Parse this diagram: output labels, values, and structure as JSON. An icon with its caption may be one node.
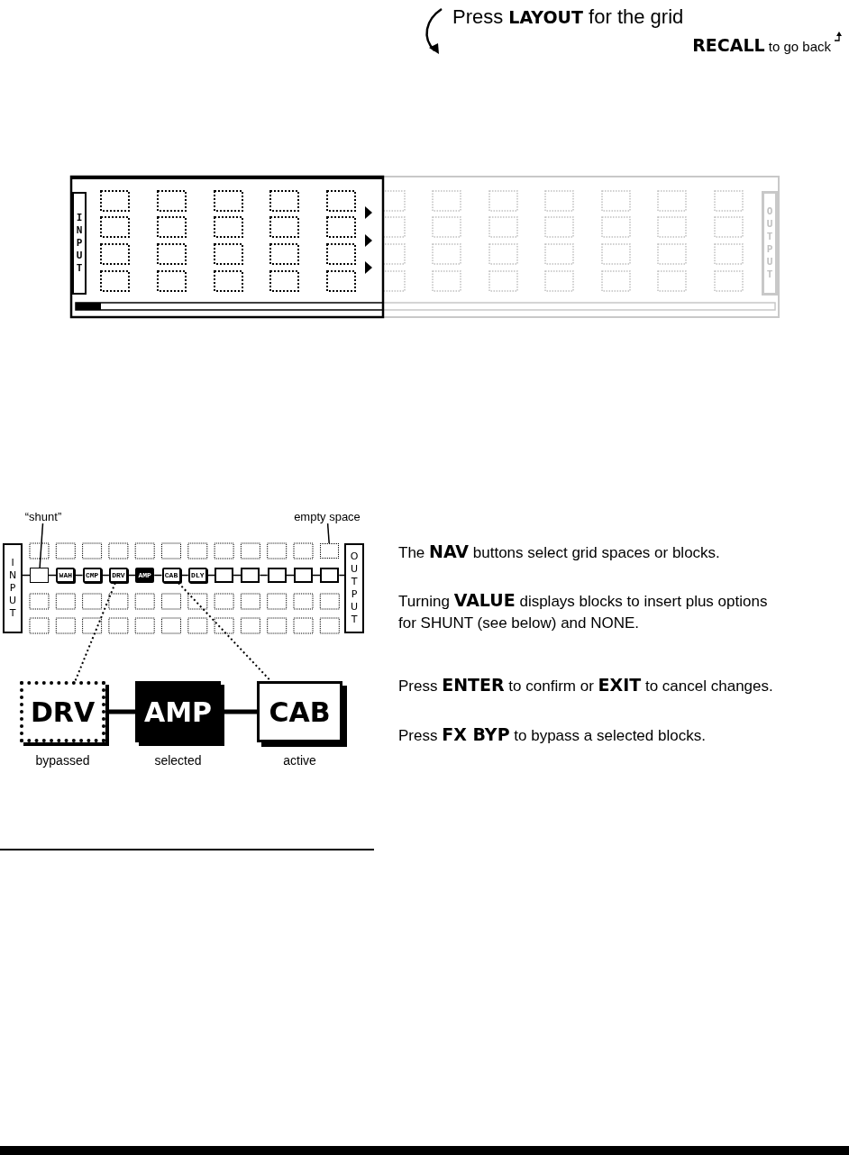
{
  "diagram": {
    "nodes": [
      {
        "text": [
          "INPUT"
        ]
      },
      {
        "text": [
          "OUTPUT"
        ]
      },
      {
        "text": [
          "INPUT"
        ]
      },
      {
        "text": [],
        "shape": "box"
      },
      {
        "text": [
          "WAH"
        ]
      },
      {
        "text": [
          "CMP"
        ]
      },
      {
        "text": [
          "DRV"
        ]
      },
      {
        "text": [
          "AMP"
        ]
      },
      {
        "text": [
          "CAB"
        ]
      },
      {
        "text": [
          "DLY"
        ]
      },
      {
        "text": [],
        "shape": "box"
      },
      {
        "text": [],
        "shape": "box"
      },
      {
        "text": [],
        "shape": "box"
      },
      {
        "text": [],
        "shape": "box"
      },
      {
        "text": [],
        "shape": "box"
      },
      {
        "text": [
          "OUTPUT"
        ]
      },
      {
        "text": [
          "“shunt”"
        ]
      },
      {
        "text": [
          "empty space"
        ]
      },
      {
        "text": [],
        "shape": "box"
      },
      {
        "text": [
          "DRV"
        ],
        "beside": [
          "bypassed"
        ]
      },
      {
        "text": [
          "AMP"
        ],
        "beside": [
          "selected"
        ]
      },
      {
        "text": [
          "CAB"
        ],
        "beside": [
          "active"
        ]
      }
    ],
    "edges": [
      {
        "from": 2,
        "to": 3,
        "arrow": "none"
      },
      {
        "from": 3,
        "to": 4,
        "arrow": "none"
      },
      {
        "from": 4,
        "to": 5,
        "arrow": "none"
      },
      {
        "from": 5,
        "to": 6,
        "arrow": "none"
      },
      {
        "from": 6,
        "to": 7,
        "arrow": "none"
      },
      {
        "from": 7,
        "to": 8,
        "arrow": "none"
      },
      {
        "from": 8,
        "to": 9,
        "arrow": "none"
      },
      {
        "from": 9,
        "to": 10,
        "arrow": "none"
      },
      {
        "from": 10,
        "to": 11,
        "arrow": "none"
      },
      {
        "from": 11,
        "to": 12,
        "arrow": "none"
      },
      {
        "from": 12,
        "to": 13,
        "arrow": "none"
      },
      {
        "from": 13,
        "to": 14,
        "arrow": "none"
      },
      {
        "from": 14,
        "to": 15,
        "arrow": "none"
      },
      {
        "from": 16,
        "to": 3,
        "arrow": "none"
      },
      {
        "from": 17,
        "to": 18,
        "arrow": "none"
      },
      {
        "from": 6,
        "to": 19,
        "arrow": "none",
        "style": "dashed"
      },
      {
        "from": 8,
        "to": 21,
        "arrow": "none",
        "style": "dashed"
      },
      {
        "from": 19,
        "to": 20,
        "arrow": "none",
        "style": "thick"
      },
      {
        "from": 20,
        "to": 21,
        "arrow": "none",
        "style": "thick"
      }
    ],
    "labels": [
      "Press **LAYOUT** for the grid",
      "**RECALL** to go back",
      "The **NAV** buttons select grid spaces or blocks.",
      "Turning **VALUE** displays blocks to insert plus options for SHUNT (see below) and NONE.",
      "Press **ENTER** to confirm or **EXIT** to cancel changes.",
      "Press **FX BYP** to bypass a selected blocks."
    ]
  }
}
